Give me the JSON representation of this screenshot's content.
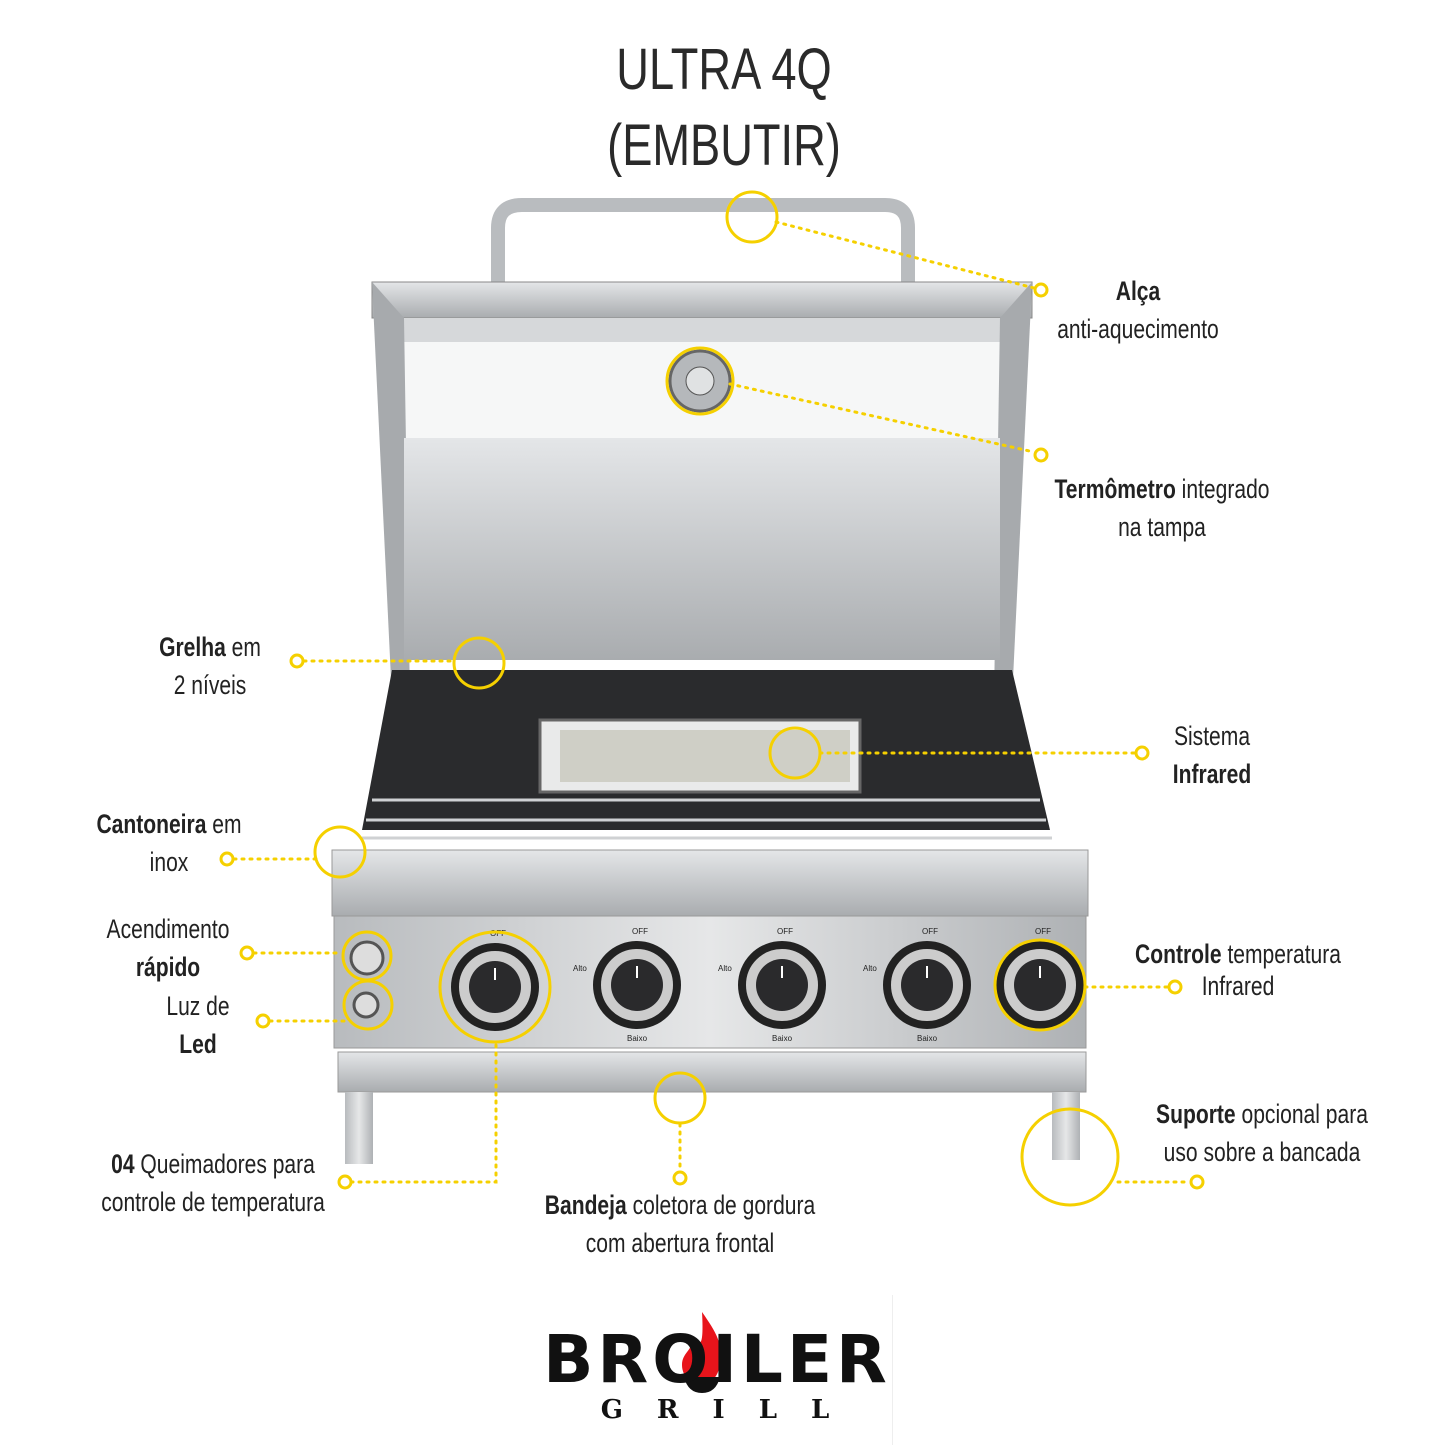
{
  "title": {
    "line1": "ULTRA 4Q",
    "line2": "(EMBUTIR)"
  },
  "callouts": {
    "alca": {
      "bold": "Alça",
      "rest": "anti-aquecimento"
    },
    "termometro": {
      "bold": "Termômetro",
      "rest": " integrado",
      "line2": "na tampa"
    },
    "grelha": {
      "bold": "Grelha",
      "rest": " em",
      "line2": "2 níveis"
    },
    "infrared": {
      "line1": "Sistema",
      "bold": "Infrared"
    },
    "cantoneira": {
      "bold": "Cantoneira",
      "rest": " em",
      "line2": "inox"
    },
    "acendimento": {
      "line1": "Acendimento",
      "bold": "rápido"
    },
    "led": {
      "line1": "Luz de",
      "bold": "Led"
    },
    "controle": {
      "bold": "Controle",
      "rest": " temperatura",
      "line2": "Infrared"
    },
    "queimadores": {
      "bold": "04",
      "rest": " Queimadores para",
      "line2": "controle de temperatura"
    },
    "bandeja": {
      "bold": "Bandeja",
      "rest": " coletora de gordura",
      "line2": "com abertura frontal"
    },
    "suporte": {
      "bold": "Suporte",
      "rest": " opcional para",
      "line2": "uso sobre a bancada"
    }
  },
  "knobs": {
    "off": "OFF",
    "high": "Alto",
    "low": "Baixo"
  },
  "logo": {
    "main": "BROILER",
    "sub": "GRILL"
  },
  "colors": {
    "accent": "#f5d000",
    "steel": "#c9cbcd",
    "dark": "#1b1b1b",
    "flame": "#e8141b"
  }
}
